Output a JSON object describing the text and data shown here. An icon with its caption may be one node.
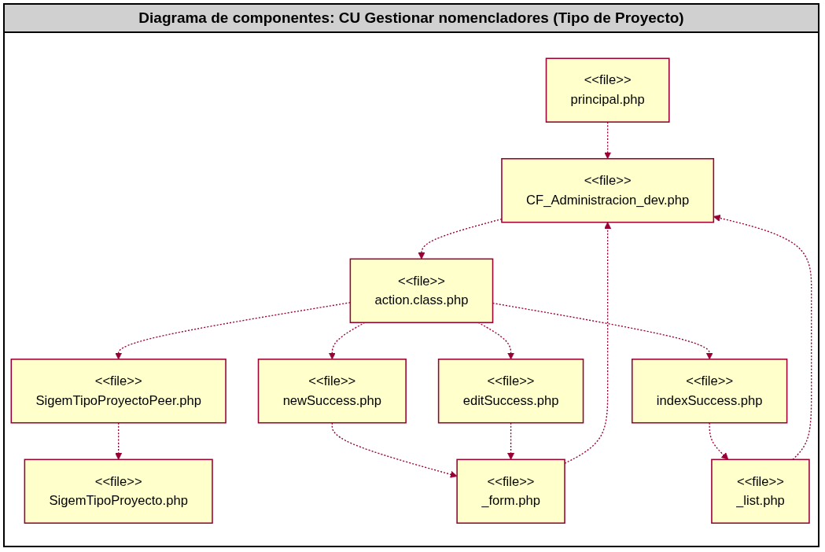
{
  "diagram": {
    "title": "Diagrama de componentes: CU Gestionar nomencladores (Tipo de Proyecto)",
    "nodes": [
      {
        "text": [
          "<<file>>",
          "principal.php"
        ]
      },
      {
        "text": [
          "<<file>>",
          "CF_Administracion_dev.php"
        ]
      },
      {
        "text": [
          "<<file>>",
          "action.class.php"
        ]
      },
      {
        "text": [
          "<<file>>",
          "SigemTipoProyectoPeer.php"
        ]
      },
      {
        "text": [
          "<<file>>",
          "newSuccess.php"
        ]
      },
      {
        "text": [
          "<<file>>",
          "_form.php"
        ]
      },
      {
        "text": [
          "<<file>>",
          "editSuccess.php"
        ]
      },
      {
        "text": [
          "<<file>>",
          "_list.php"
        ]
      },
      {
        "text": [
          "<<file>>",
          "indexSuccess.php"
        ]
      },
      {
        "text": [
          "<<file>>",
          "SigemTipoProyecto.php"
        ]
      }
    ],
    "edges": [
      {
        "from": 0,
        "to": 1,
        "arrow": "to",
        "style": "dashed"
      },
      {
        "from": 1,
        "to": 2,
        "arrow": "to",
        "style": "dashed"
      },
      {
        "from": 2,
        "to": 3,
        "arrow": "to",
        "style": "dashed"
      },
      {
        "from": 3,
        "to": 9,
        "arrow": "to",
        "style": "dashed"
      },
      {
        "from": 2,
        "to": 4,
        "arrow": "to",
        "style": "dashed"
      },
      {
        "from": 2,
        "to": 6,
        "arrow": "to",
        "style": "dashed"
      },
      {
        "from": 2,
        "to": 8,
        "arrow": "to",
        "style": "dashed"
      },
      {
        "from": 4,
        "to": 5,
        "arrow": "to",
        "style": "dashed"
      },
      {
        "from": 6,
        "to": 5,
        "arrow": "to",
        "style": "dashed"
      },
      {
        "from": 8,
        "to": 7,
        "arrow": "to",
        "style": "dashed"
      },
      {
        "from": 5,
        "to": 1,
        "arrow": "to",
        "style": "dashed"
      },
      {
        "from": 7,
        "to": 1,
        "arrow": "to",
        "style": "dashed"
      }
    ]
  }
}
